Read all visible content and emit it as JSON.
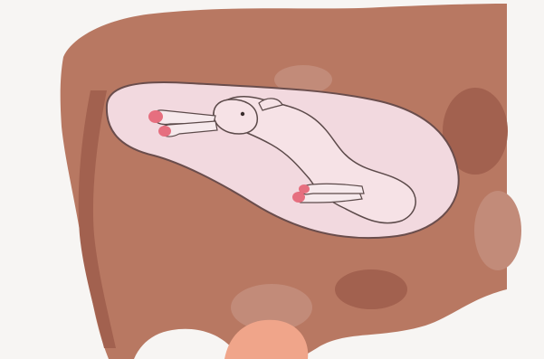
{
  "scene": {
    "subject": "illustration-calf-in-cow-uterus",
    "colors": {
      "background": "#f7f5f3",
      "cow_body": "#b87862",
      "cow_patch": "#a2614f",
      "cow_spots": "#c28b79",
      "udder": "#f0a58a",
      "uterus_fill": "#f2d9df",
      "uterus_outline": "#6a4d4c",
      "calf_fill": "#f6e2e6",
      "calf_outline": "#5c4a4a",
      "hoof": "#e66f7f",
      "leg_white": "#f6e9ec"
    },
    "icons": {
      "cow": "cow-silhouette",
      "uterus": "uterus-shape",
      "calf": "calf-line-drawing"
    }
  }
}
